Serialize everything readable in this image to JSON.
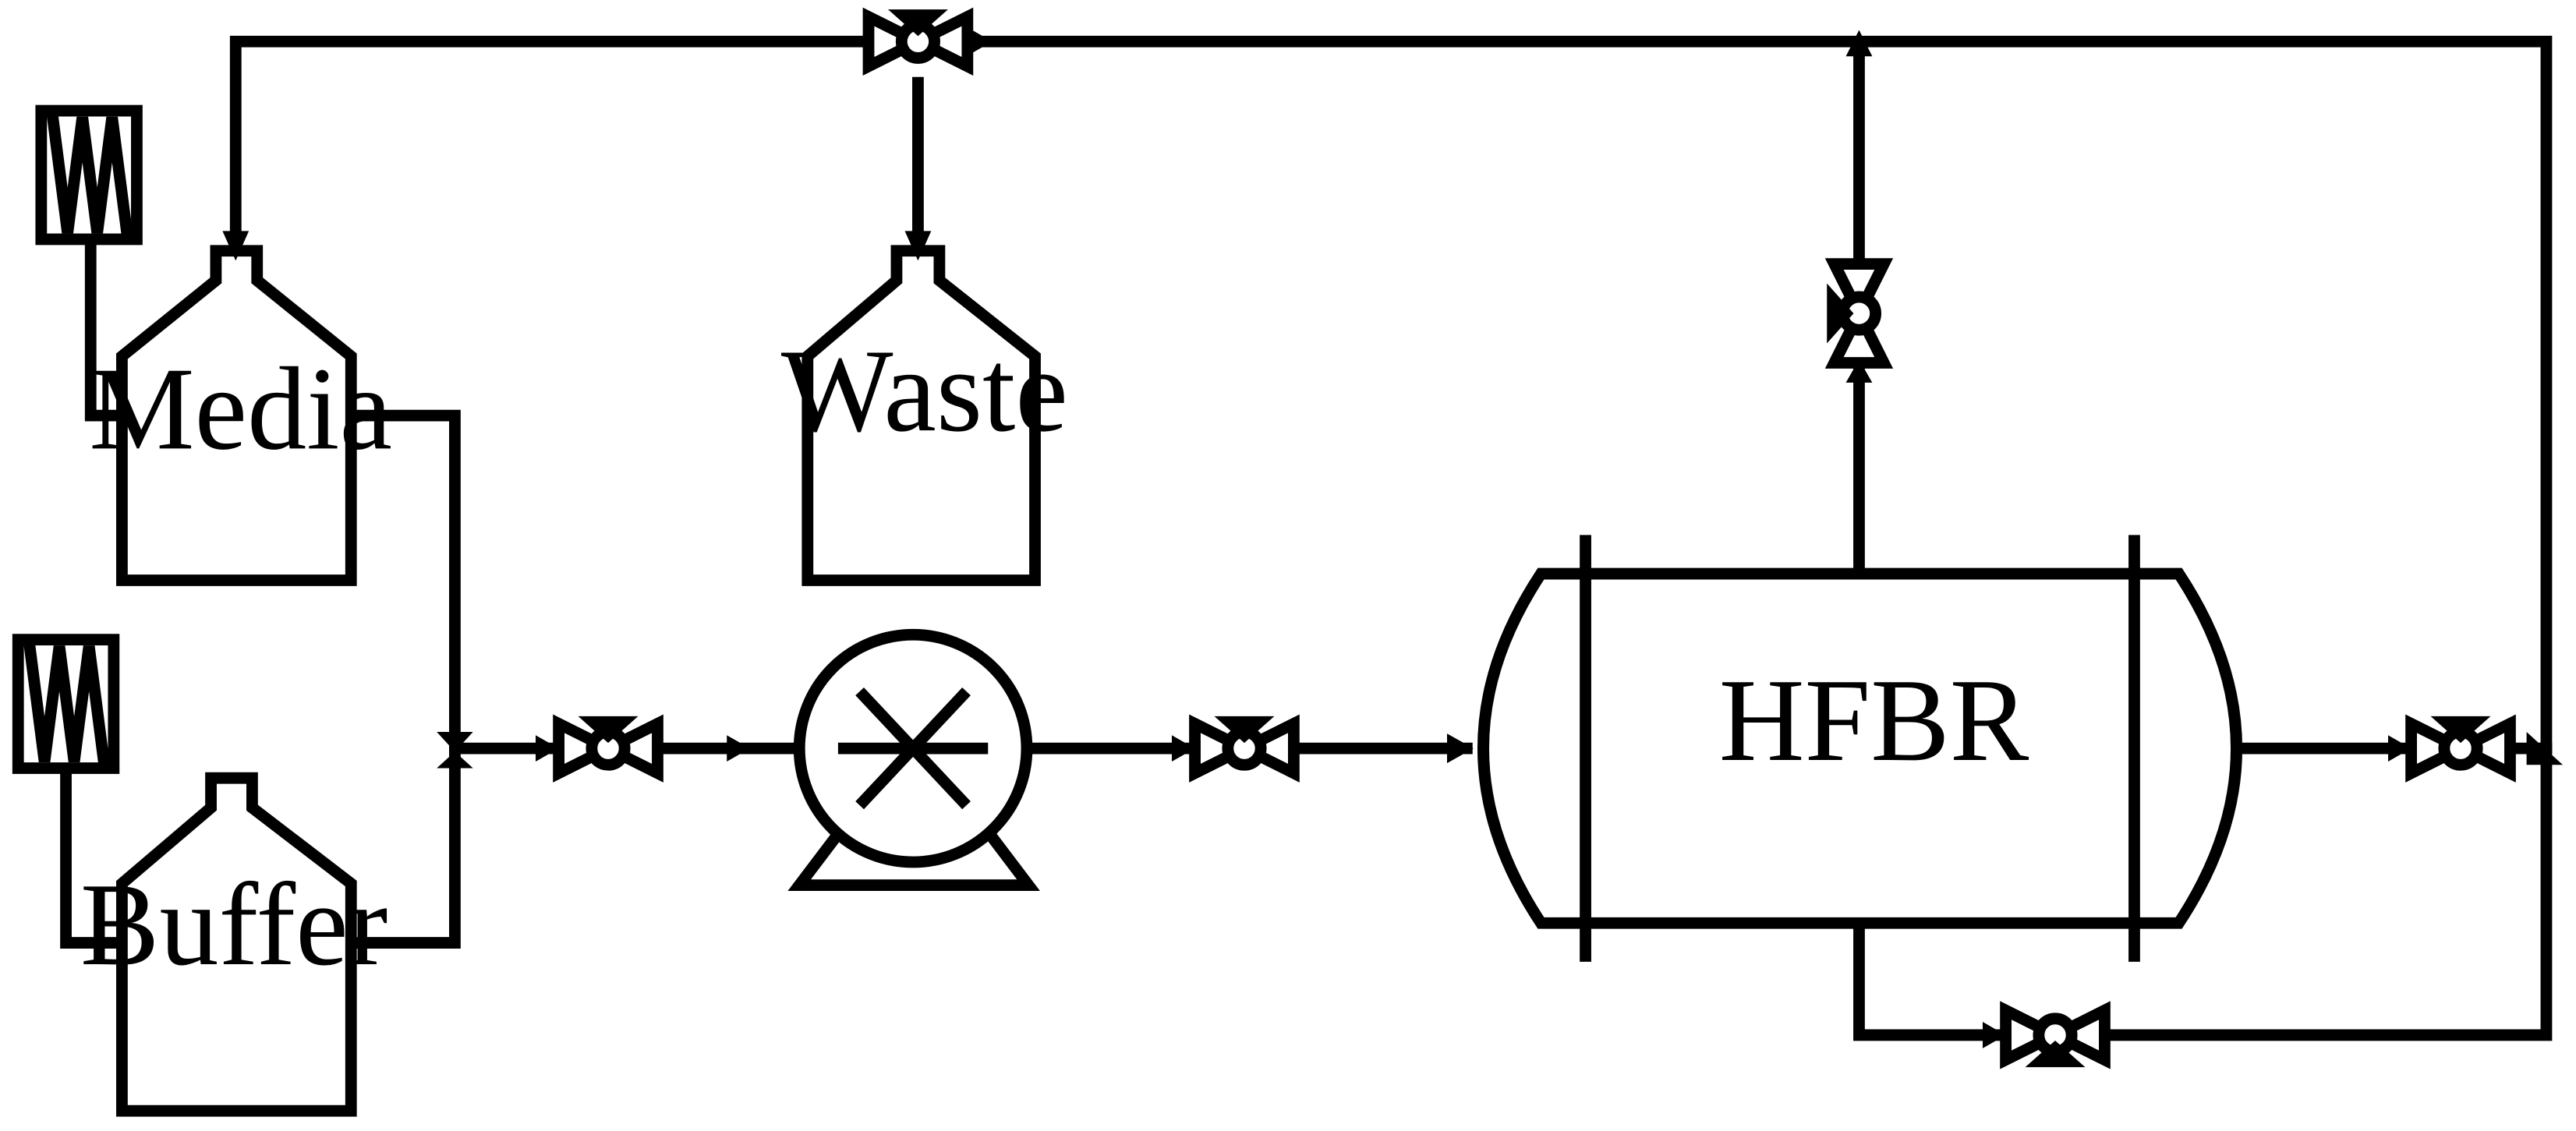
{
  "diagram": {
    "vessels": {
      "media": "Media",
      "waste": "Waste",
      "buffer": "Buffer"
    },
    "bioreactor": "HFBR"
  }
}
